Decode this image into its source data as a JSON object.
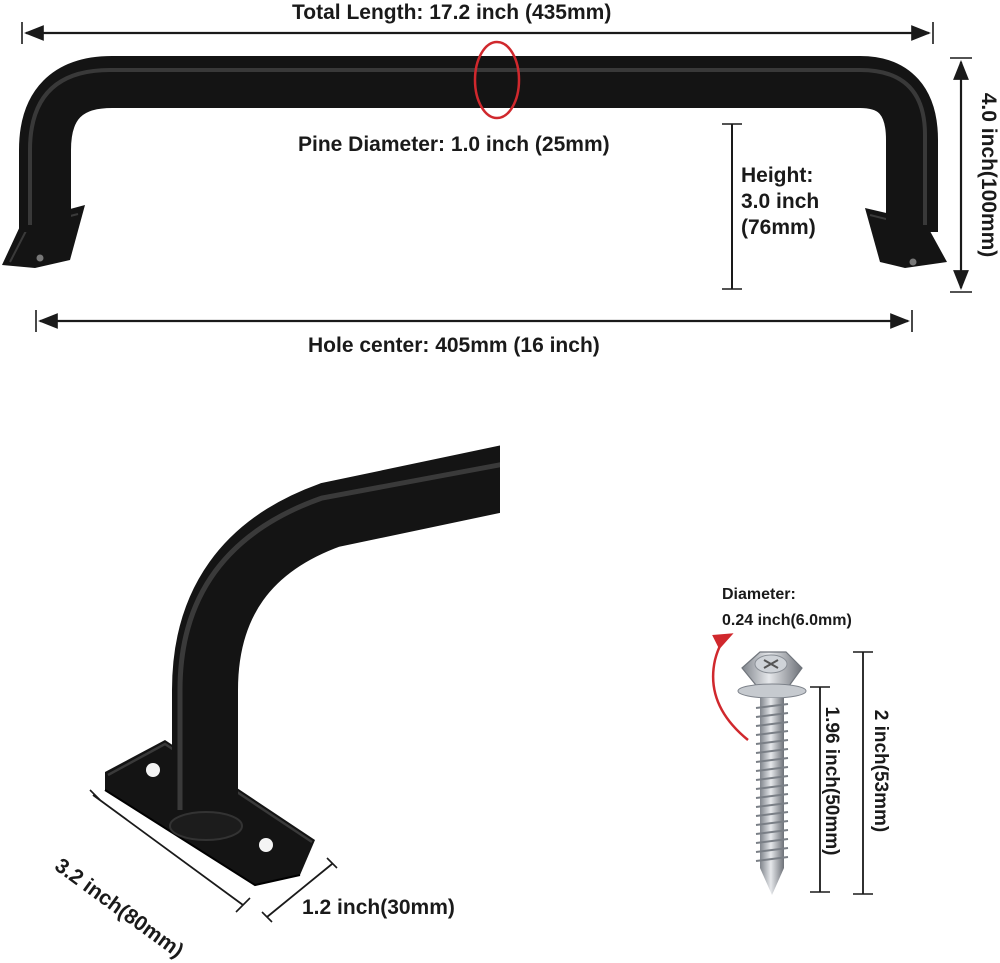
{
  "labels": {
    "total_length": "Total Length: 17.2 inch (435mm)",
    "pipe_diameter": "Pine Diameter: 1.0 inch (25mm)",
    "height_line1": "Height:",
    "height_line2": "3.0 inch",
    "height_line3": "(76mm)",
    "overall_height": "4.0 inch(100mm)",
    "hole_center": "Hole center: 405mm (16 inch)",
    "plate_length": "3.2 inch(80mm)",
    "plate_width": "1.2 inch(30mm)",
    "screw_diameter_title": "Diameter:",
    "screw_diameter_value": "0.24 inch(6.0mm)",
    "screw_thread_length": "1.96 inch(50mm)",
    "screw_total_length": "2 inch(53mm)"
  },
  "colors": {
    "handle": "#141414",
    "handle_highlight": "#3a3a3a",
    "dimension_line": "#1a1a1a",
    "accent_red": "#d0282d",
    "screw_metal": "#b8bcc2"
  }
}
